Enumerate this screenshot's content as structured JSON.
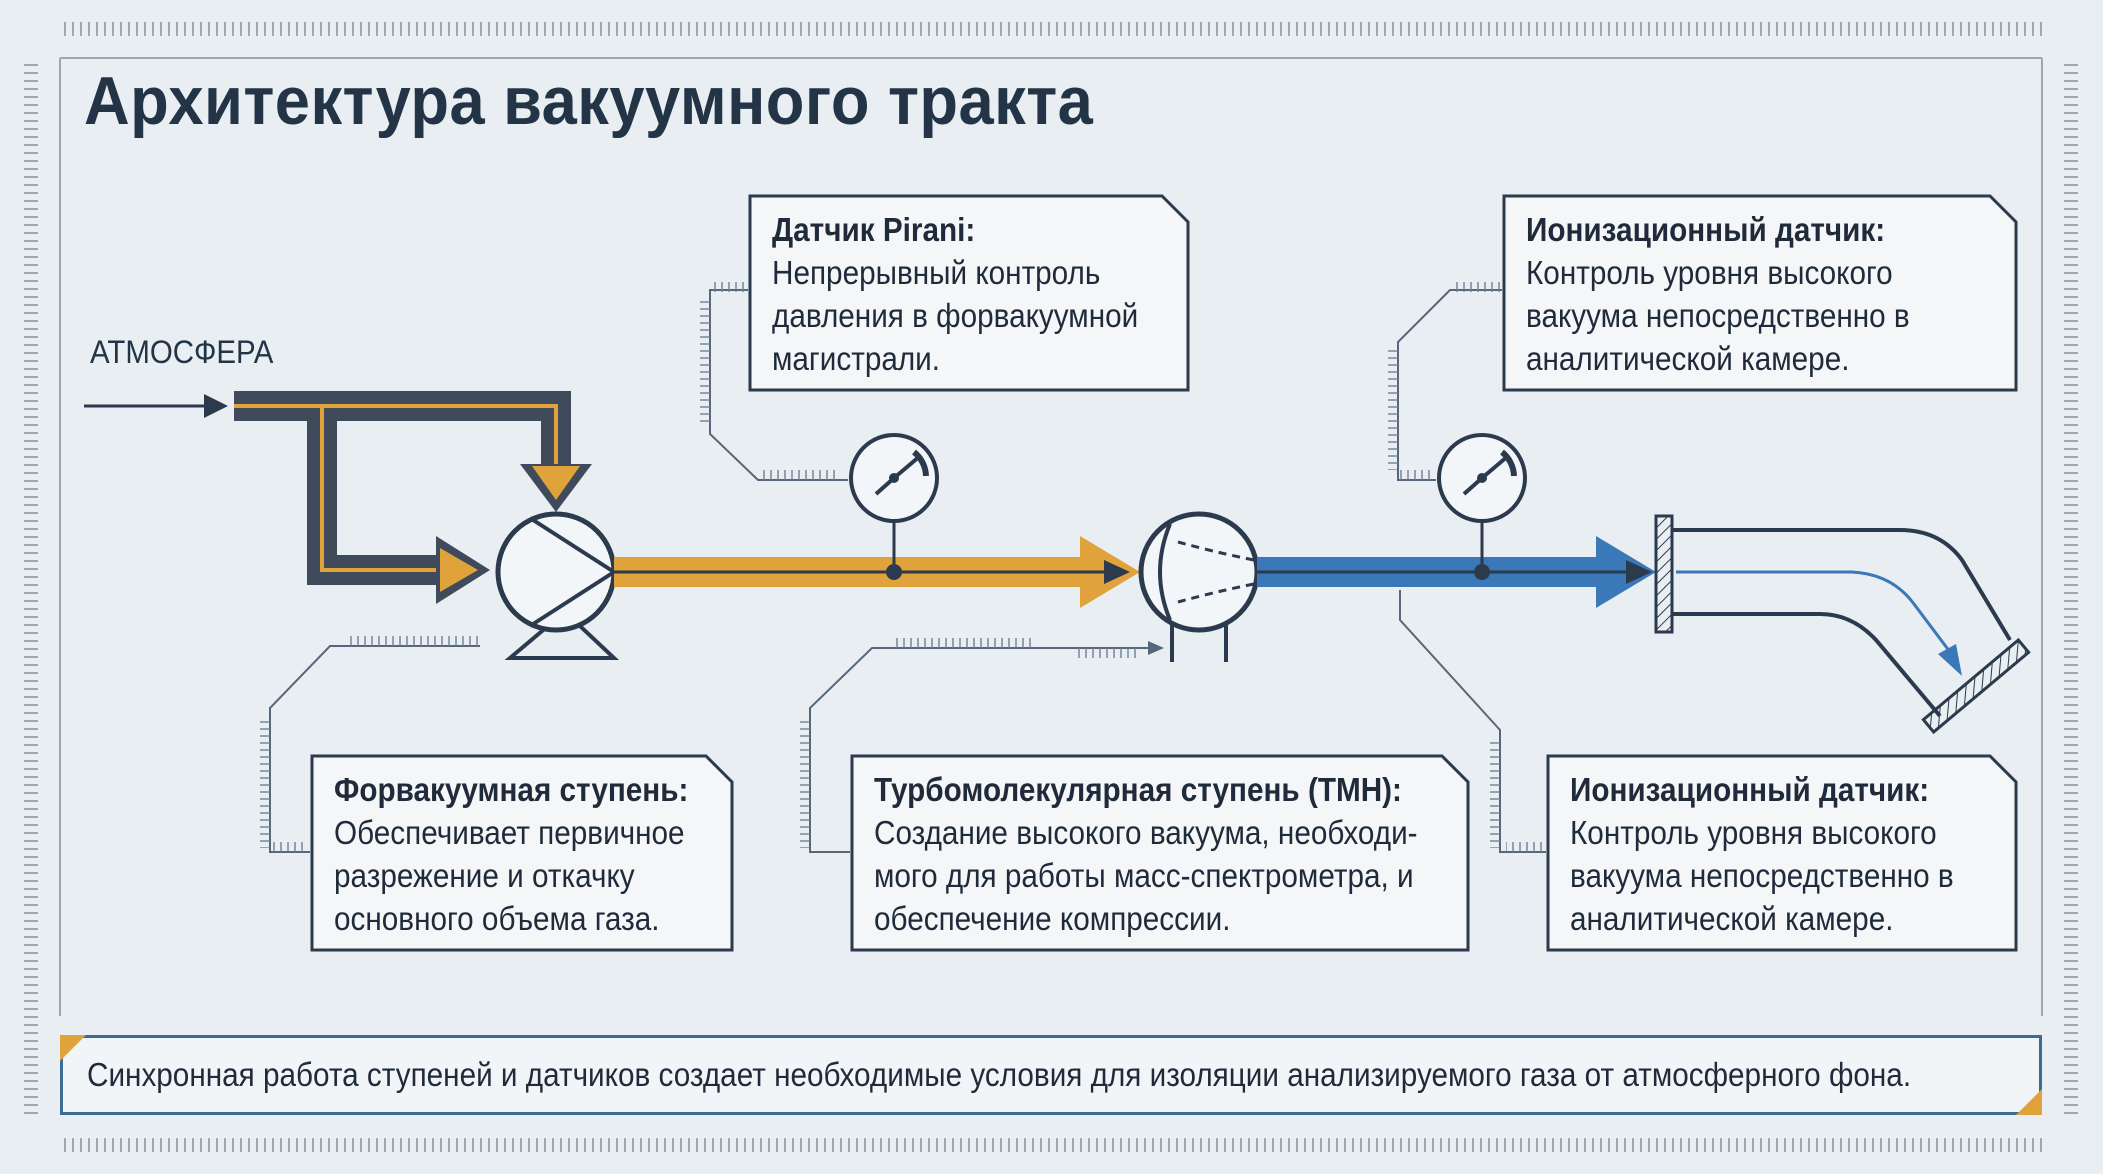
{
  "title": "Архитектура вакуумного тракта",
  "inlet_label": "АТМОСФЕРА",
  "callouts": {
    "pirani": {
      "heading": "Датчик Pirani:",
      "body": "Непрерывный контроль давления в форвакуумной магистрали."
    },
    "ion_top": {
      "heading": "Ионизационный датчик:",
      "body": "Контроль уровня высокого вакуума непосредственно в аналитической камере."
    },
    "fore": {
      "heading": "Форвакуумная ступень:",
      "body": "Обеспечивает первичное разрежение и откачку основного объема газа."
    },
    "tmp": {
      "heading": "Турбомолекулярная ступень (ТМН):",
      "body": "Создание высокого вакуума, необходи-мого для работы масс-спектрометра, и обеспечение компрессии."
    },
    "ion_bottom": {
      "heading": "Ионизационный датчик:",
      "body": "Контроль уровня высокого вакуума непосредственно в аналитической камере."
    }
  },
  "footer": "Синхронная работа ступеней и датчиков создает необходимые условия для изоляции анализируемого газа от атмосферного фона.",
  "colors": {
    "background": "#e9eef2",
    "dark_line": "#2b3a4d",
    "fore_flow": "#e0a23a",
    "high_vac_flow": "#3a78b8",
    "frame": "#3b6c95"
  },
  "icons": {
    "fore_pump": "rotary-pump-icon",
    "turbo_pump": "turbomolecular-pump-icon",
    "pirani_gauge": "pressure-gauge-icon",
    "ion_gauge": "pressure-gauge-icon",
    "chamber": "analytical-chamber-icon"
  }
}
